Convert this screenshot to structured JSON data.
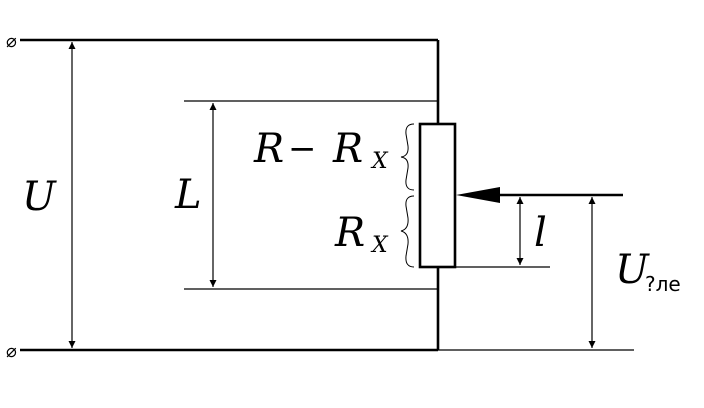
{
  "labels": {
    "voltage": "U",
    "length": "L",
    "resistance_upper_main": "R",
    "resistance_upper_minus": "−",
    "resistance_upper_sub_main": "R",
    "resistance_upper_sub": "X",
    "resistance_lower_main": "R",
    "resistance_lower_sub": "X",
    "slider_length": "l",
    "output_voltage_main": "U",
    "output_voltage_sub": "?ле"
  },
  "terminals": {
    "top": "⌀",
    "bottom": "⌀"
  }
}
